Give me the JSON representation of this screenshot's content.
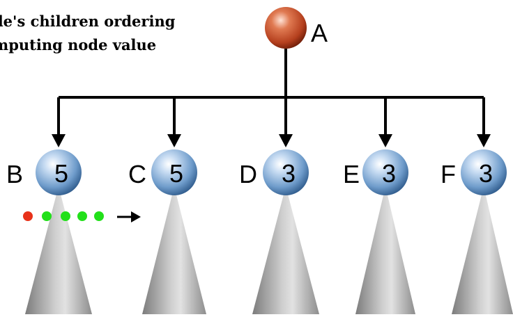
{
  "title_lines": [
    "de's children ordering",
    "mputing node value"
  ],
  "root": {
    "label": "A"
  },
  "children": [
    {
      "label": "B",
      "value": "5"
    },
    {
      "label": "C",
      "value": "5"
    },
    {
      "label": "D",
      "value": "3"
    },
    {
      "label": "E",
      "value": "3"
    },
    {
      "label": "F",
      "value": "3"
    }
  ],
  "indicator": {
    "dots": [
      "red",
      "green",
      "green",
      "green",
      "green"
    ],
    "colors": {
      "red": "#e8321a",
      "green": "#22e01a"
    }
  }
}
